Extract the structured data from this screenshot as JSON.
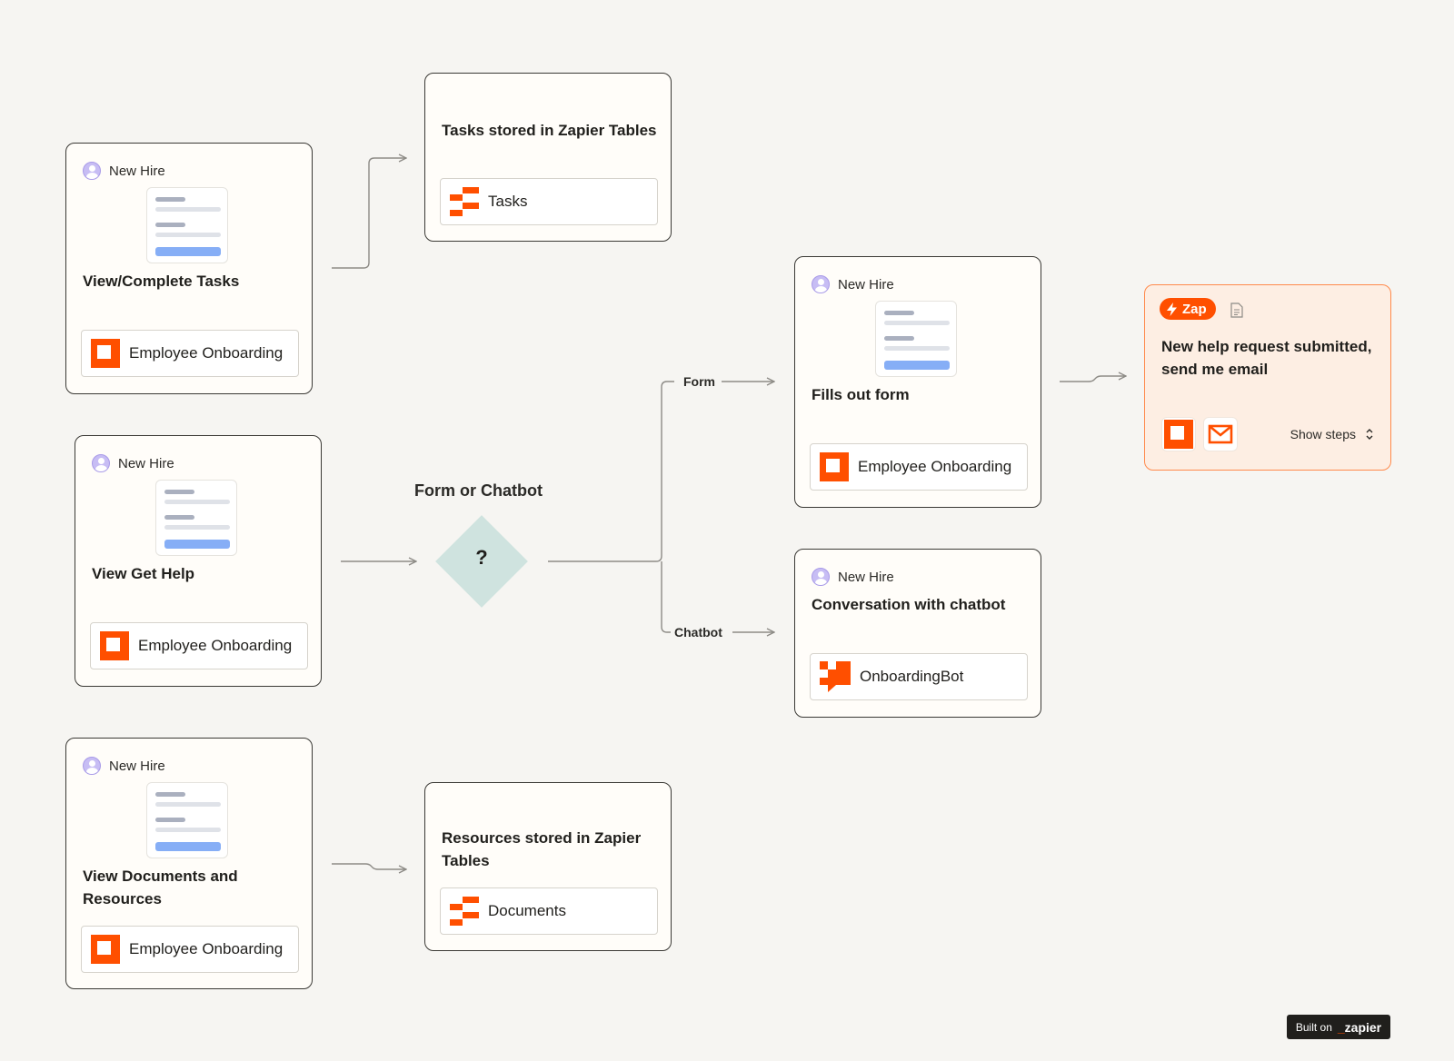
{
  "cards": {
    "view_tasks": {
      "actor": "New Hire",
      "title": "View/Complete Tasks",
      "app": "Employee Onboarding"
    },
    "tasks_table": {
      "title": "Tasks stored in Zapier Tables",
      "app": "Tasks"
    },
    "get_help": {
      "actor": "New Hire",
      "title": "View Get Help",
      "app": "Employee Onboarding"
    },
    "fills_form": {
      "actor": "New Hire",
      "title": "Fills out form",
      "app": "Employee Onboarding"
    },
    "chatbot": {
      "actor": "New Hire",
      "title": "Conversation with chatbot",
      "app": "OnboardingBot"
    },
    "view_docs": {
      "actor": "New Hire",
      "title_line1": "View Documents and",
      "title_line2": "Resources",
      "app": "Employee Onboarding"
    },
    "resources_table": {
      "title_line1": "Resources stored in Zapier",
      "title_line2": "Tables",
      "app": "Documents"
    }
  },
  "decision": {
    "title": "Form or Chatbot",
    "symbol": "?",
    "branch_form": "Form",
    "branch_chatbot": "Chatbot"
  },
  "zap": {
    "badge": "Zap",
    "title_line1": "New help request submitted,",
    "title_line2": "send me email",
    "show_steps": "Show steps"
  },
  "footer": {
    "built_on": "Built on",
    "brand_prefix": "_",
    "brand": "zapier"
  },
  "colors": {
    "brand_orange": "#ff4f00",
    "decision_fill": "#cfe3df",
    "avatar": "#c7bdf4",
    "form_button": "#86aef6"
  },
  "icons": [
    "user-avatar-icon",
    "form-preview-icon",
    "interfaces-logo-icon",
    "tables-logo-icon",
    "chatbot-logo-icon",
    "lightning-icon",
    "document-icon",
    "mail-icon",
    "chevron-updown-icon"
  ]
}
